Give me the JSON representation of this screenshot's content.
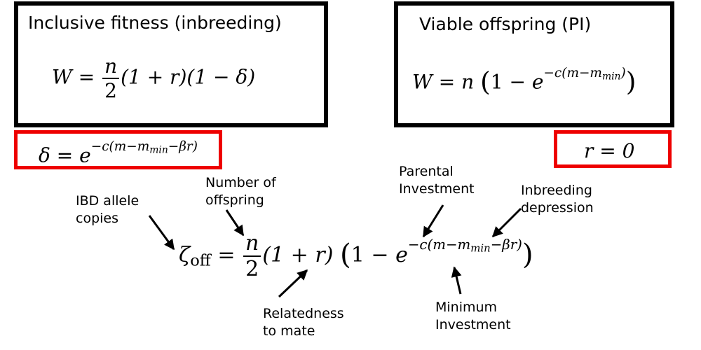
{
  "boxes": {
    "left": {
      "title": "Inclusive fitness (inbreeding)",
      "eq_lhs": "W",
      "eq_op": "=",
      "frac_num": "n",
      "frac_den": "2",
      "term1": "(1 + r)(1 − δ)",
      "border_color": "#000000"
    },
    "right": {
      "title": "Viable offspring (PI)",
      "eq_lhs": "W",
      "eq_op": "=",
      "eq_n": "n",
      "eq_open": "(",
      "eq_one_minus": "1 − ",
      "eq_e": "e",
      "eq_exp": "−c(m−m",
      "eq_exp_sub": "min",
      "eq_exp_close": ")",
      "eq_close": ")",
      "border_color": "#000000"
    },
    "delta": {
      "lhs": "δ",
      "op": "=",
      "e": "e",
      "exp": "−c(m−m",
      "exp_sub": "min",
      "exp_tail": "−βr)",
      "border_color": "#ee0000"
    },
    "r_zero": {
      "text": "r = 0",
      "border_color": "#ee0000"
    }
  },
  "main_equation": {
    "lhs": "ζ",
    "lhs_sub": "off",
    "op": "=",
    "frac_num": "n",
    "frac_den": "2",
    "term1": "(1 + r)",
    "open": "(",
    "one_minus": "1 − ",
    "e": "e",
    "exp": "−c(m−m",
    "exp_sub": "min",
    "exp_tail": "−βr)",
    "close": ")"
  },
  "labels": {
    "ibd": "IBD allele\ncopies",
    "offspring": "Number of\noffspring",
    "parental": "Parental\nInvestment",
    "inbreeding": "Inbreeding\ndepression",
    "relatedness": "Relatedness\nto mate",
    "minimum": "Minimum\nInvestment"
  }
}
